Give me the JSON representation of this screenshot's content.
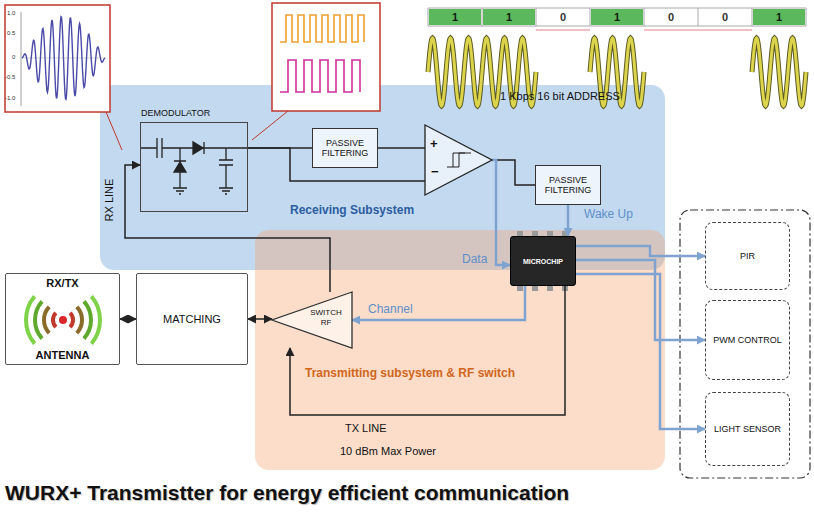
{
  "diagram": {
    "title": "WURX+ Transmistter for energy efficient communication",
    "nodes": [
      {
        "text": [
          "Receiving Subsystem"
        ]
      },
      {
        "text": [
          "DEMODULATOR"
        ],
        "in": 0
      },
      {
        "text": [
          "PASSIVE FILTERING"
        ],
        "in": 0
      },
      {
        "text": [
          "+",
          "−"
        ],
        "in": 0
      },
      {
        "text": [
          "PASSIVE FILTERING"
        ],
        "in": 0
      },
      {
        "text": [
          "Transmitting subsystem & RF switch"
        ]
      },
      {
        "text": [
          "MICROCHIP"
        ],
        "in": 5
      },
      {
        "text": [
          "SWITCH RF"
        ],
        "in": 5
      },
      {
        "text": [
          "MATCHING"
        ]
      },
      {
        "text": [
          "RX/TX",
          "ANTENNA"
        ]
      },
      {
        "text": [
          "PIR"
        ]
      },
      {
        "text": [
          "PWM CONTROL"
        ]
      },
      {
        "text": [
          "LIGHT SENSOR"
        ]
      }
    ],
    "edges": [
      {
        "from": 1,
        "to": 2,
        "arrow": "none"
      },
      {
        "from": 2,
        "to": 3,
        "arrow": "none"
      },
      {
        "from": 1,
        "to": 3,
        "arrow": "none"
      },
      {
        "from": 3,
        "to": 4,
        "arrow": "none"
      },
      {
        "from": 4,
        "to": 6,
        "label": "Wake Up",
        "arrow": "to"
      },
      {
        "from": 3,
        "to": 6,
        "label": "Data",
        "arrow": "to"
      },
      {
        "from": 6,
        "to": 7,
        "label": "Channel",
        "arrow": "to"
      },
      {
        "from": 6,
        "to": 7,
        "label": "TX LINE",
        "arrow": "to"
      },
      {
        "from": 7,
        "to": 1,
        "label": "RX LINE",
        "arrow": "to"
      },
      {
        "from": 8,
        "to": 7,
        "arrow": "both"
      },
      {
        "from": 9,
        "to": 8,
        "arrow": "both"
      },
      {
        "from": 6,
        "to": 10,
        "arrow": "to"
      },
      {
        "from": 6,
        "to": 11,
        "arrow": "to"
      },
      {
        "from": 6,
        "to": 12,
        "arrow": "to"
      }
    ],
    "labels": [
      "1",
      "1",
      "0",
      "1",
      "0",
      "0",
      "1",
      "1.0",
      "0.5",
      "0",
      "-0.5",
      "-1.0",
      "1 Kbps 16 bit ADDRESS",
      "10 dBm Max Power"
    ]
  }
}
